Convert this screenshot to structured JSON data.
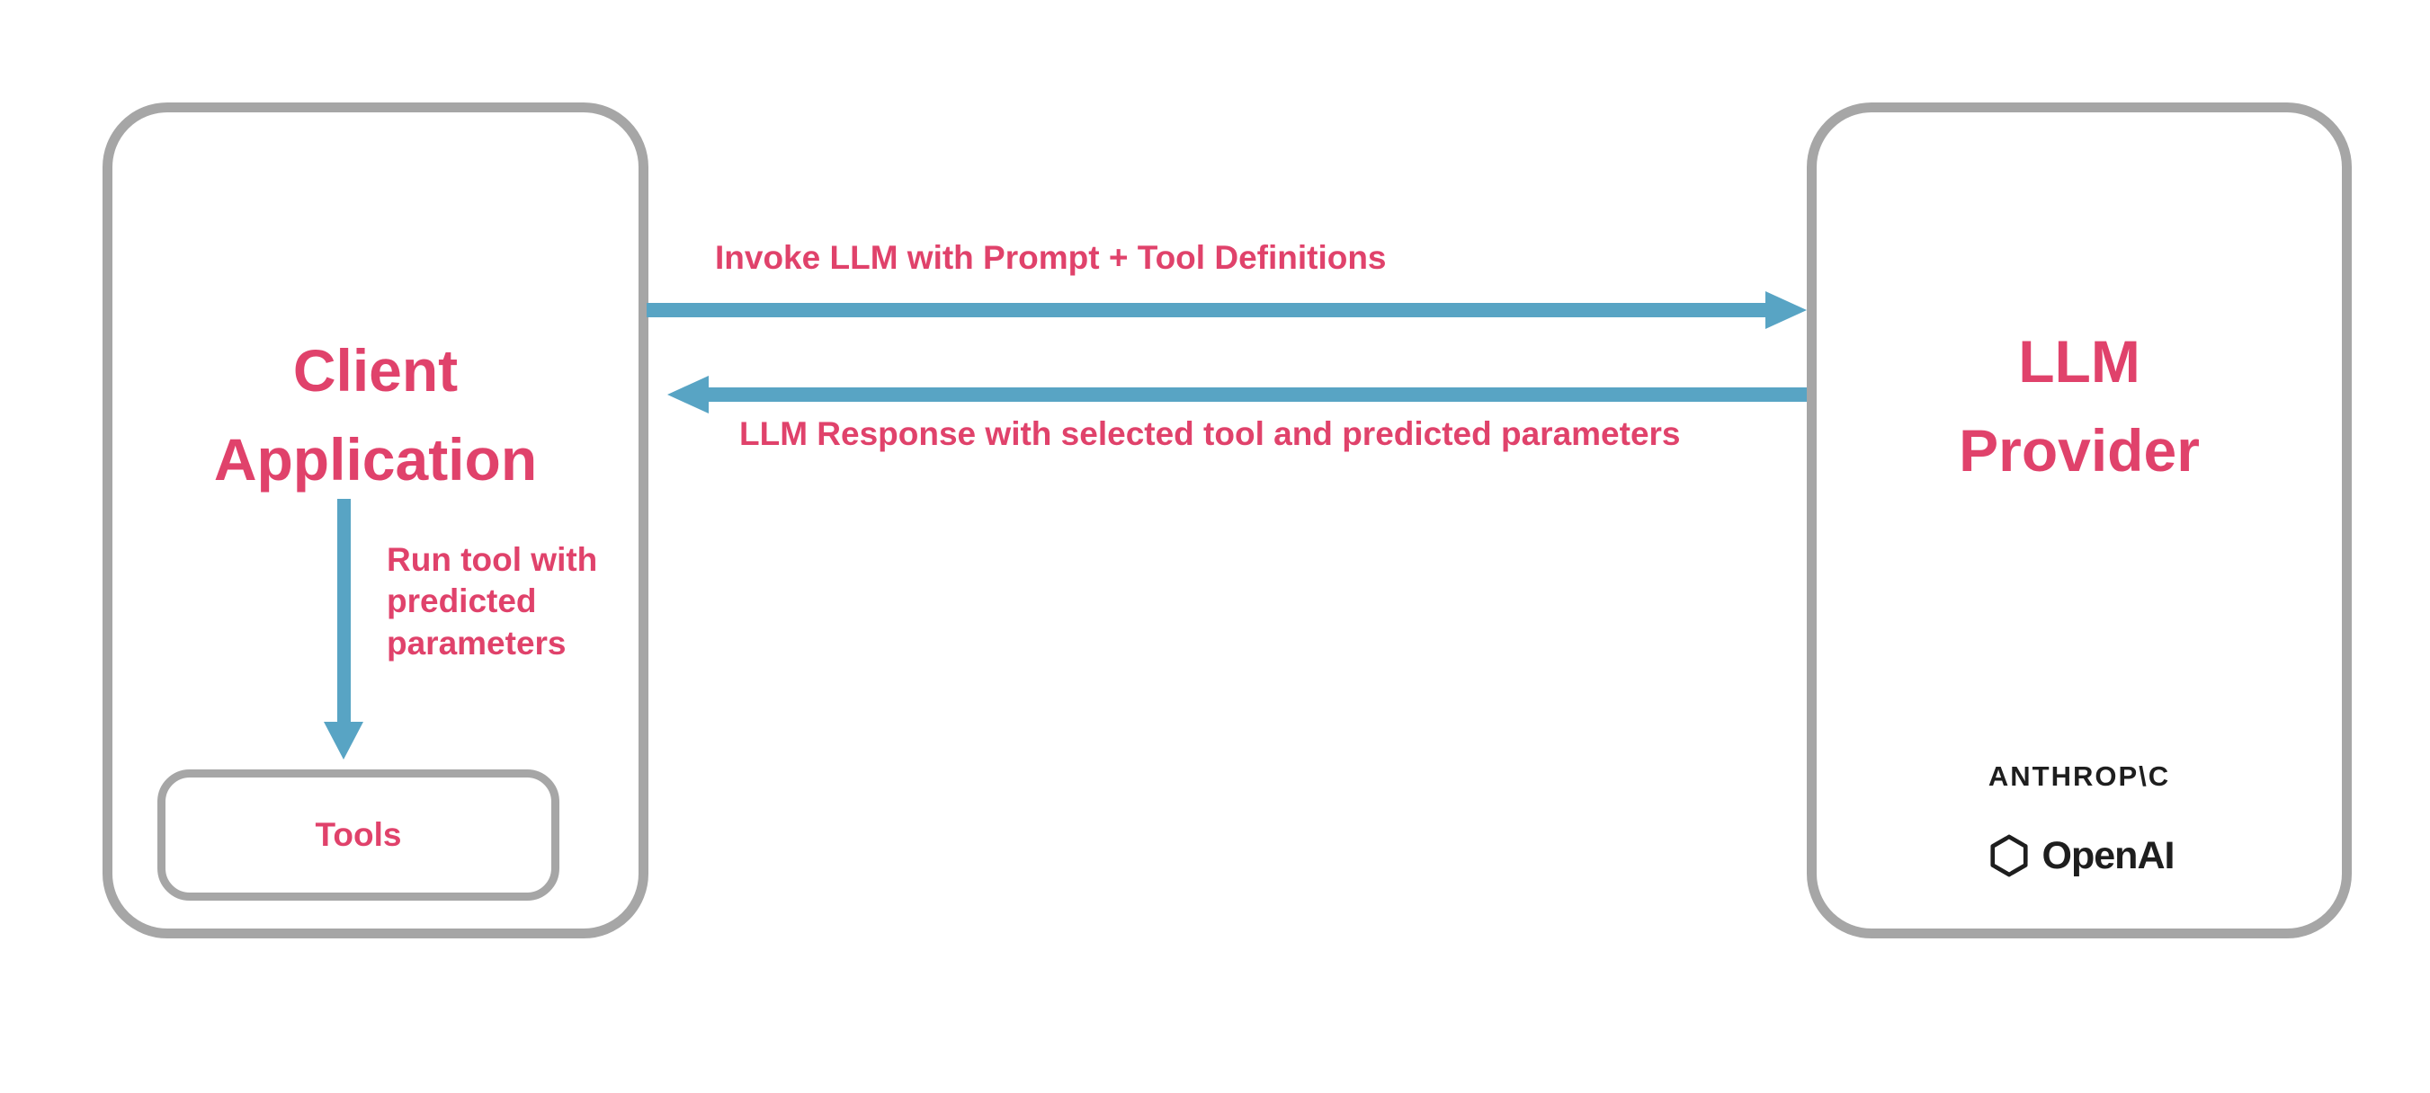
{
  "diagram": {
    "client_box": {
      "title": "Client\nApplication",
      "run_tool_label": "Run tool with\npredicted\nparameters",
      "tools_label": "Tools"
    },
    "provider_box": {
      "title": "LLM\nProvider",
      "anthropic_wordmark": "ANTHROP\\C",
      "openai_wordmark": "OpenAI"
    },
    "arrows": {
      "request_label": "Invoke LLM with Prompt + Tool Definitions",
      "response_label": "LLM Response with selected tool and predicted parameters"
    },
    "colors": {
      "accent_pink": "#e0426b",
      "arrow_blue": "#58a4c4",
      "border_gray": "#a6a6a6",
      "logo_black": "#1e1e1e"
    }
  }
}
